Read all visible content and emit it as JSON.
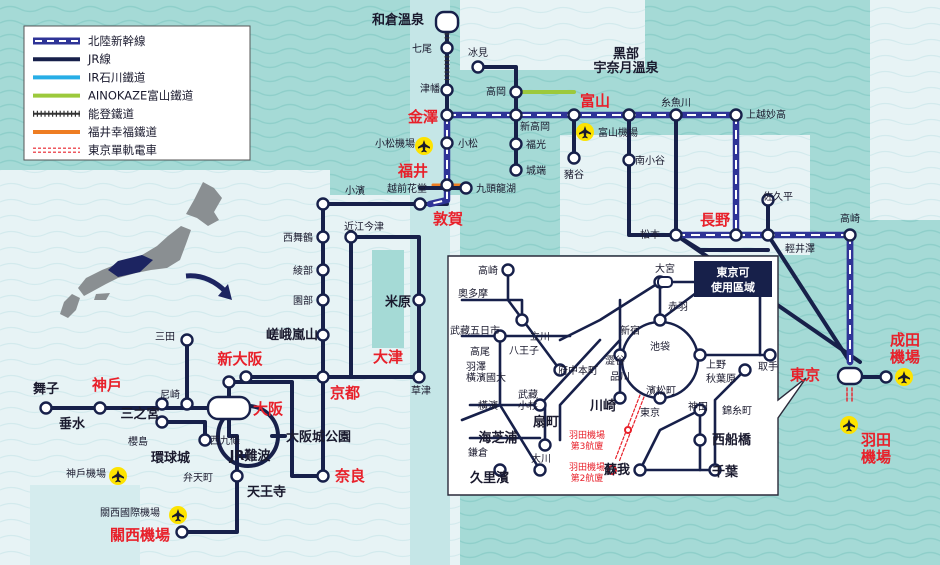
{
  "legend": [
    {
      "label": "北陸新幹線",
      "style": "shinkansen"
    },
    {
      "label": "JR線",
      "style": "jr"
    },
    {
      "label": "IR石川鐵道",
      "style": "ir"
    },
    {
      "label": "AINOKAZE富山鐵道",
      "style": "ainokaze"
    },
    {
      "label": "能登鐵道",
      "style": "noto"
    },
    {
      "label": "福井幸福鐵道",
      "style": "fukui"
    },
    {
      "label": "東京單軌電車",
      "style": "monorail"
    }
  ],
  "colors": {
    "sea": "#a5dad6",
    "sea_light": "#e7f3f5",
    "jr": "#17204a",
    "shinkansen": "#2f3497",
    "ir": "#27aee6",
    "ainokaze": "#9cc93c",
    "fukui": "#ee7d22",
    "monorail": "#e8202a",
    "highlight_red": "#e8202a",
    "inset_badge": "#17204a"
  },
  "icons": {
    "airport": "airplane-icon",
    "japan": "japan-silhouette",
    "arrow": "curved-arrow-icon"
  },
  "inset_badge": {
    "line1": "東京可",
    "line2": "使用區域"
  },
  "stations": [
    {
      "id": "wakura",
      "label": "和倉溫泉",
      "kind": "bold"
    },
    {
      "id": "nanao",
      "label": "七尾",
      "kind": "small"
    },
    {
      "id": "tsubata",
      "label": "津幡",
      "kind": "small"
    },
    {
      "id": "himi",
      "label": "冰見",
      "kind": "small"
    },
    {
      "id": "takaoka",
      "label": "高岡",
      "kind": "small"
    },
    {
      "id": "shintakaoka",
      "label": "新高岡",
      "kind": "small"
    },
    {
      "id": "fukumitsu",
      "label": "福光",
      "kind": "small"
    },
    {
      "id": "johana",
      "label": "城端",
      "kind": "small"
    },
    {
      "id": "kurobe",
      "label": "黑部\n宇奈月溫泉",
      "kind": "bold"
    },
    {
      "id": "toyama",
      "label": "富山",
      "kind": "red"
    },
    {
      "id": "toyama_ap",
      "label": "富山機場",
      "kind": "small"
    },
    {
      "id": "inotani",
      "label": "豬谷",
      "kind": "small"
    },
    {
      "id": "itoigawa",
      "label": "糸魚川",
      "kind": "small"
    },
    {
      "id": "minamiotari",
      "label": "南小谷",
      "kind": "small"
    },
    {
      "id": "joetsu",
      "label": "上越妙高",
      "kind": "small"
    },
    {
      "id": "kanazawa",
      "label": "金澤",
      "kind": "red"
    },
    {
      "id": "komatsu_ap",
      "label": "小松機場",
      "kind": "small"
    },
    {
      "id": "komatsu",
      "label": "小松",
      "kind": "small"
    },
    {
      "id": "fukui",
      "label": "福井",
      "kind": "red"
    },
    {
      "id": "echizen",
      "label": "越前花堂",
      "kind": "small"
    },
    {
      "id": "kuzuryuko",
      "label": "九頭龍湖",
      "kind": "small"
    },
    {
      "id": "obama",
      "label": "小濱",
      "kind": "small"
    },
    {
      "id": "tsuruga",
      "label": "敦賀",
      "kind": "red"
    },
    {
      "id": "omiimazu",
      "label": "近江今津",
      "kind": "small"
    },
    {
      "id": "nishimaizuru",
      "label": "西舞鶴",
      "kind": "small"
    },
    {
      "id": "ayabe",
      "label": "綾部",
      "kind": "small"
    },
    {
      "id": "sonobe",
      "label": "園部",
      "kind": "small"
    },
    {
      "id": "saga",
      "label": "嵯峨嵐山",
      "kind": "bold"
    },
    {
      "id": "maibara",
      "label": "米原",
      "kind": "bold"
    },
    {
      "id": "otsu",
      "label": "大津",
      "kind": "red"
    },
    {
      "id": "kusatsu",
      "label": "草津",
      "kind": "small"
    },
    {
      "id": "kyoto",
      "label": "京都",
      "kind": "red"
    },
    {
      "id": "shinosaka",
      "label": "新大阪",
      "kind": "red"
    },
    {
      "id": "osaka",
      "label": "大阪",
      "kind": "red"
    },
    {
      "id": "sanda",
      "label": "三田",
      "kind": "small"
    },
    {
      "id": "maiko",
      "label": "舞子",
      "kind": "bold"
    },
    {
      "id": "kobe",
      "label": "神戶",
      "kind": "red"
    },
    {
      "id": "amagasaki",
      "label": "尼崎",
      "kind": "small"
    },
    {
      "id": "tarumi",
      "label": "垂水",
      "kind": "bold"
    },
    {
      "id": "sannomiya",
      "label": "三之宮",
      "kind": "bold"
    },
    {
      "id": "sakurajima",
      "label": "櫻島",
      "kind": "small"
    },
    {
      "id": "nishikujo",
      "label": "西九條",
      "kind": "small"
    },
    {
      "id": "osakajo",
      "label": "大阪城公園",
      "kind": "bold"
    },
    {
      "id": "universal",
      "label": "環球城",
      "kind": "bold"
    },
    {
      "id": "jrnamba",
      "label": "JR難波",
      "kind": "bold"
    },
    {
      "id": "bentencho",
      "label": "弁天町",
      "kind": "small"
    },
    {
      "id": "tennoji",
      "label": "天王寺",
      "kind": "bold"
    },
    {
      "id": "nara",
      "label": "奈良",
      "kind": "red"
    },
    {
      "id": "kobe_ap",
      "label": "神戶機場",
      "kind": "small"
    },
    {
      "id": "kansai_ap_small",
      "label": "關西國際機場",
      "kind": "small"
    },
    {
      "id": "kansai_ap",
      "label": "關西機場",
      "kind": "red"
    },
    {
      "id": "matsumoto",
      "label": "松本",
      "kind": "small"
    },
    {
      "id": "nagano",
      "label": "長野",
      "kind": "red"
    },
    {
      "id": "sakudaira",
      "label": "佐久平",
      "kind": "small"
    },
    {
      "id": "karuizawa",
      "label": "輕井澤",
      "kind": "small"
    },
    {
      "id": "takasaki",
      "label": "高崎",
      "kind": "small"
    },
    {
      "id": "tokyo",
      "label": "東京",
      "kind": "red"
    },
    {
      "id": "narita",
      "label": "成田\n機場",
      "kind": "red"
    },
    {
      "id": "haneda",
      "label": "羽田\n機場",
      "kind": "red"
    },
    {
      "id": "i_takasaki",
      "label": "高崎",
      "kind": "small"
    },
    {
      "id": "i_okutama",
      "label": "奧多摩",
      "kind": "small"
    },
    {
      "id": "i_musashi",
      "label": "武藏五日市",
      "kind": "small"
    },
    {
      "id": "i_takao",
      "label": "高尾",
      "kind": "small"
    },
    {
      "id": "i_hachioji",
      "label": "八王子",
      "kind": "small"
    },
    {
      "id": "i_tachikawa",
      "label": "立川",
      "kind": "small"
    },
    {
      "id": "i_hamura",
      "label": "羽澤\n橫濱國大",
      "kind": "small"
    },
    {
      "id": "i_yokohama",
      "label": "橫濱",
      "kind": "small"
    },
    {
      "id": "i_kamakura",
      "label": "鎌倉",
      "kind": "small"
    },
    {
      "id": "i_kurihama",
      "label": "久里濱",
      "kind": "bold"
    },
    {
      "id": "i_fuchu",
      "label": "府中本町",
      "kind": "small"
    },
    {
      "id": "i_kosugi",
      "label": "武藏\n小杉",
      "kind": "small"
    },
    {
      "id": "i_kawasaki",
      "label": "川崎",
      "kind": "bold"
    },
    {
      "id": "i_umishibaura",
      "label": "海芝浦",
      "kind": "bold"
    },
    {
      "id": "i_ogimachi",
      "label": "扇町",
      "kind": "bold"
    },
    {
      "id": "i_okawa",
      "label": "大川",
      "kind": "small"
    },
    {
      "id": "i_haneda3",
      "label": "羽田機場\n第3航廈",
      "kind": "redsmall"
    },
    {
      "id": "i_haneda2",
      "label": "羽田機場\n第2航廈",
      "kind": "redsmall"
    },
    {
      "id": "i_omiya",
      "label": "大宮",
      "kind": "small"
    },
    {
      "id": "i_akabane",
      "label": "赤羽",
      "kind": "small"
    },
    {
      "id": "i_ikebukuro",
      "label": "池袋",
      "kind": "small"
    },
    {
      "id": "i_shinjuku",
      "label": "新宿",
      "kind": "small"
    },
    {
      "id": "i_shibuya",
      "label": "澀谷",
      "kind": "small"
    },
    {
      "id": "i_shinagawa",
      "label": "品川",
      "kind": "small"
    },
    {
      "id": "i_hamamatsucho",
      "label": "濱松町",
      "kind": "small"
    },
    {
      "id": "i_tokyo",
      "label": "東京",
      "kind": "small"
    },
    {
      "id": "i_ueno",
      "label": "上野",
      "kind": "small"
    },
    {
      "id": "i_akihabara",
      "label": "秋葉原",
      "kind": "small"
    },
    {
      "id": "i_kanda",
      "label": "神田",
      "kind": "small"
    },
    {
      "id": "i_kinshicho",
      "label": "錦糸町",
      "kind": "small"
    },
    {
      "id": "i_toride",
      "label": "取手",
      "kind": "small"
    },
    {
      "id": "i_nishifunabashi",
      "label": "西船橋",
      "kind": "bold"
    },
    {
      "id": "i_soga",
      "label": "蘇我",
      "kind": "bold"
    },
    {
      "id": "i_chiba",
      "label": "千葉",
      "kind": "bold"
    }
  ]
}
